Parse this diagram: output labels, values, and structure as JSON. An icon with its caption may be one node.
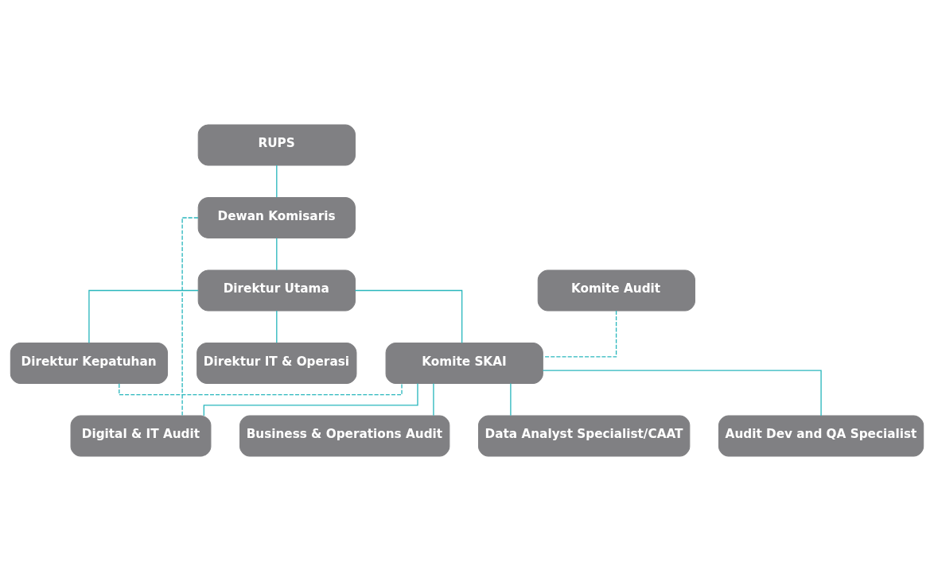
{
  "diagram": {
    "nodes": [
      {
        "text": [
          "RUPS"
        ]
      },
      {
        "text": [
          "Dewan Komisaris"
        ]
      },
      {
        "text": [
          "Komite Audit"
        ]
      },
      {
        "text": [
          "Direktur Utama"
        ]
      },
      {
        "text": [
          "Direktur Kepatuhan"
        ]
      },
      {
        "text": [
          "Direktur IT & Operasi"
        ]
      },
      {
        "text": [
          "Komite SKAI"
        ]
      },
      {
        "text": [
          "Digital & IT Audit"
        ]
      },
      {
        "text": [
          "Business & Operations Audit"
        ]
      },
      {
        "text": [
          "Data Analyst Specialist/CAAT"
        ]
      },
      {
        "text": [
          "Audit Dev and QA Specialist"
        ]
      }
    ],
    "edges": [
      {
        "from": 0,
        "to": 1,
        "arrow": "none"
      },
      {
        "from": 1,
        "to": 3,
        "arrow": "none"
      },
      {
        "from": 1,
        "to": 7,
        "arrow": "none",
        "style": "dashed"
      },
      {
        "from": 2,
        "to": 6,
        "arrow": "none",
        "style": "dashed"
      },
      {
        "from": 3,
        "to": 6,
        "arrow": "none"
      },
      {
        "from": 3,
        "to": 4,
        "arrow": "none"
      },
      {
        "from": 3,
        "to": 5,
        "arrow": "none"
      },
      {
        "from": 4,
        "to": 6,
        "arrow": "none",
        "style": "dashed"
      },
      {
        "from": 6,
        "to": 7,
        "arrow": "none"
      },
      {
        "from": 6,
        "to": 8,
        "arrow": "none"
      },
      {
        "from": 6,
        "to": 9,
        "arrow": "none"
      },
      {
        "from": 6,
        "to": 10,
        "arrow": "none"
      }
    ]
  }
}
